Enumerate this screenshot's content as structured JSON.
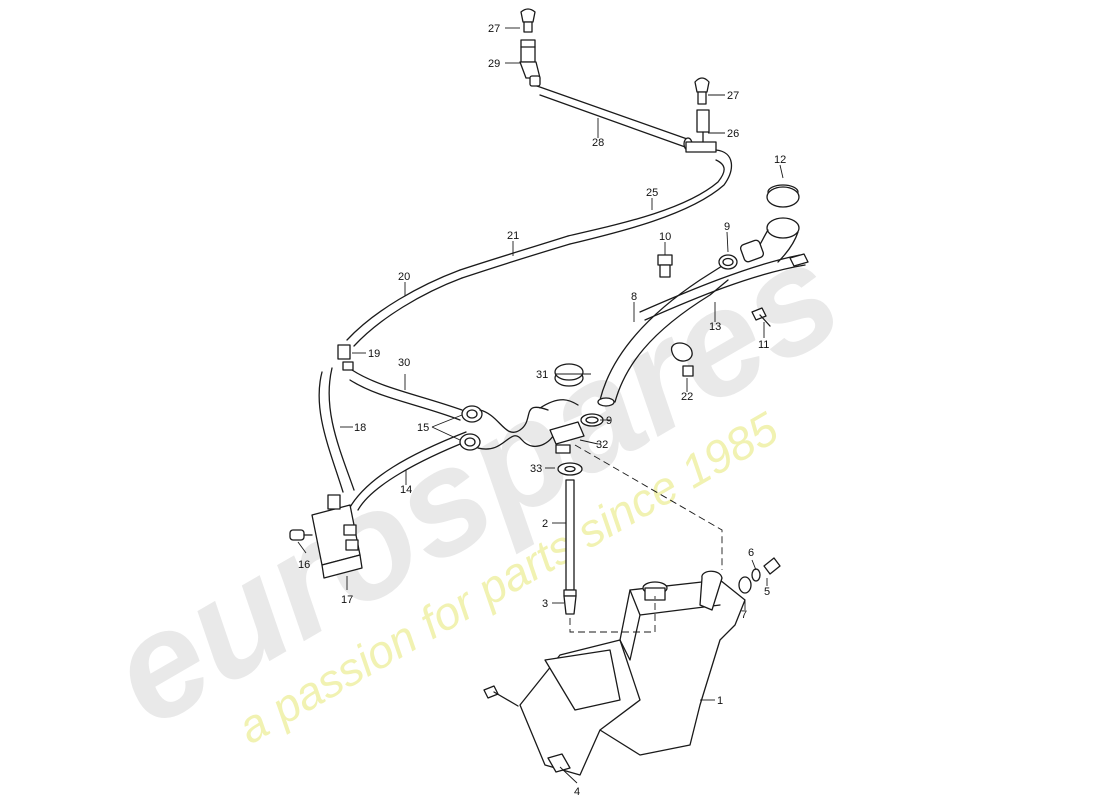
{
  "watermark": {
    "logo_text": "eurospares",
    "tagline": "a passion for parts since 1985"
  },
  "callouts": {
    "c1": "1",
    "c2": "2",
    "c3": "3",
    "c4": "4",
    "c5": "5",
    "c6": "6",
    "c7": "7",
    "c8": "8",
    "c9a": "9",
    "c9b": "9",
    "c10": "10",
    "c11": "11",
    "c12": "12",
    "c13": "13",
    "c14": "14",
    "c15": "15",
    "c16": "16",
    "c17": "17",
    "c18": "18",
    "c19": "19",
    "c20": "20",
    "c21": "21",
    "c22": "22",
    "c25": "25",
    "c26": "26",
    "c27a": "27",
    "c27b": "27",
    "c28": "28",
    "c29": "29",
    "c30": "30",
    "c31": "31",
    "c32": "32",
    "c33": "33"
  },
  "colors": {
    "line": "#1a1a1a",
    "background": "#ffffff",
    "watermark_grey": "#e9e9e9",
    "watermark_yellow": "#f1f2b2"
  }
}
